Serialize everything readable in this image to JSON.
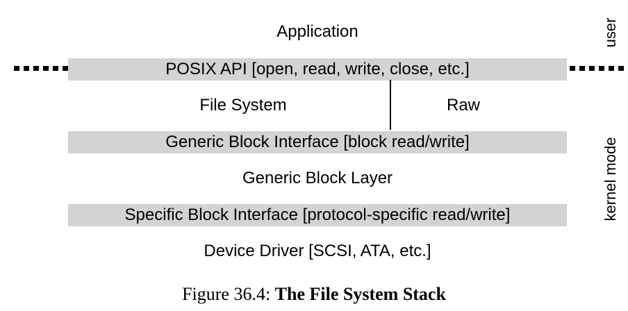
{
  "diagram": {
    "layers": {
      "application": "Application",
      "posix_api": "POSIX API [open, read, write, close, etc.]",
      "file_system": "File System",
      "raw": "Raw",
      "generic_block_interface": "Generic Block Interface [block read/write]",
      "generic_block_layer": "Generic Block Layer",
      "specific_block_interface": "Specific Block Interface [protocol-specific read/write]",
      "device_driver": "Device Driver [SCSI, ATA, etc.]"
    },
    "side_labels": {
      "user": "user",
      "kernel_mode": "kernel mode"
    },
    "band_color": "#d3d3d3"
  },
  "caption": {
    "prefix": "Figure 36.4:",
    "title": "The File System Stack"
  }
}
